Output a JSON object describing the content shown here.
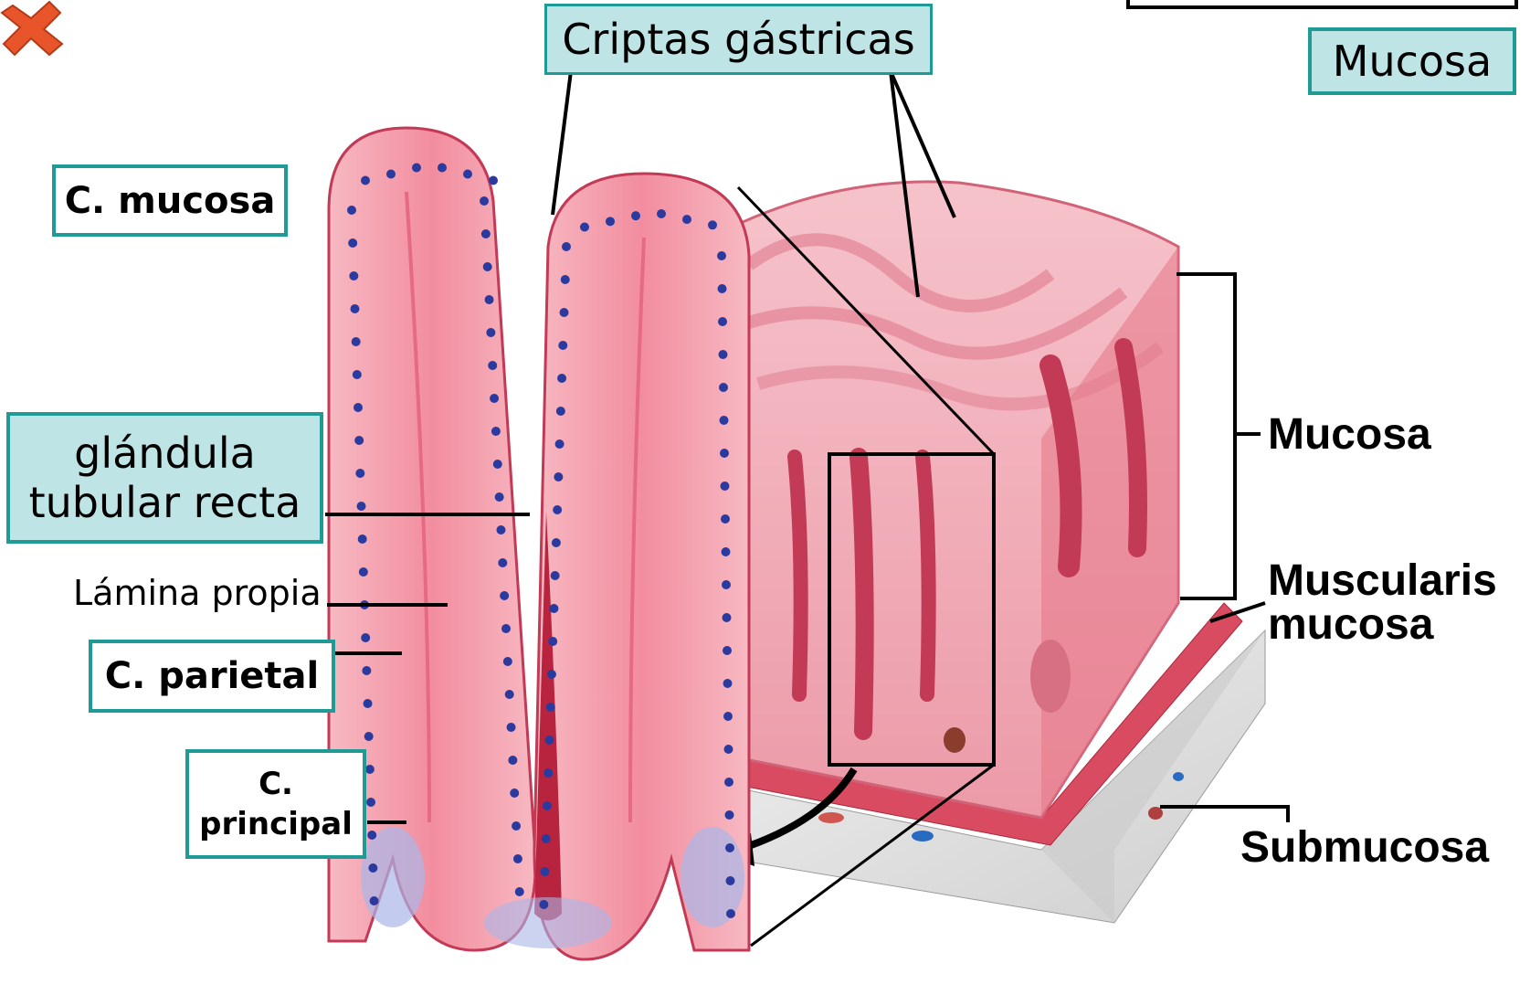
{
  "labels": {
    "criptas": "Criptas gástricas",
    "mucosa_top": "Mucosa",
    "c_mucosa": "C. mucosa",
    "glandula": "glándula",
    "tubular_recta": "tubular recta",
    "lamina_propia": "Lámina propia",
    "c_parietal": "C. parietal",
    "c_principal_1": "C.",
    "c_principal_2": "principal",
    "mucosa_right": "Mucosa",
    "muscularis": "Muscularis",
    "muscularis_mucosa": "mucosa",
    "submucosa": "Submucosa"
  },
  "colors": {
    "tissue": "#f4a7b2",
    "tissue_dark": "#d8536a",
    "nucleus": "#2b3a9e",
    "label_border": "#1f9a94",
    "label_fill": "#bfe4e5"
  },
  "icons": {
    "corner_mark": "close-x-icon"
  }
}
